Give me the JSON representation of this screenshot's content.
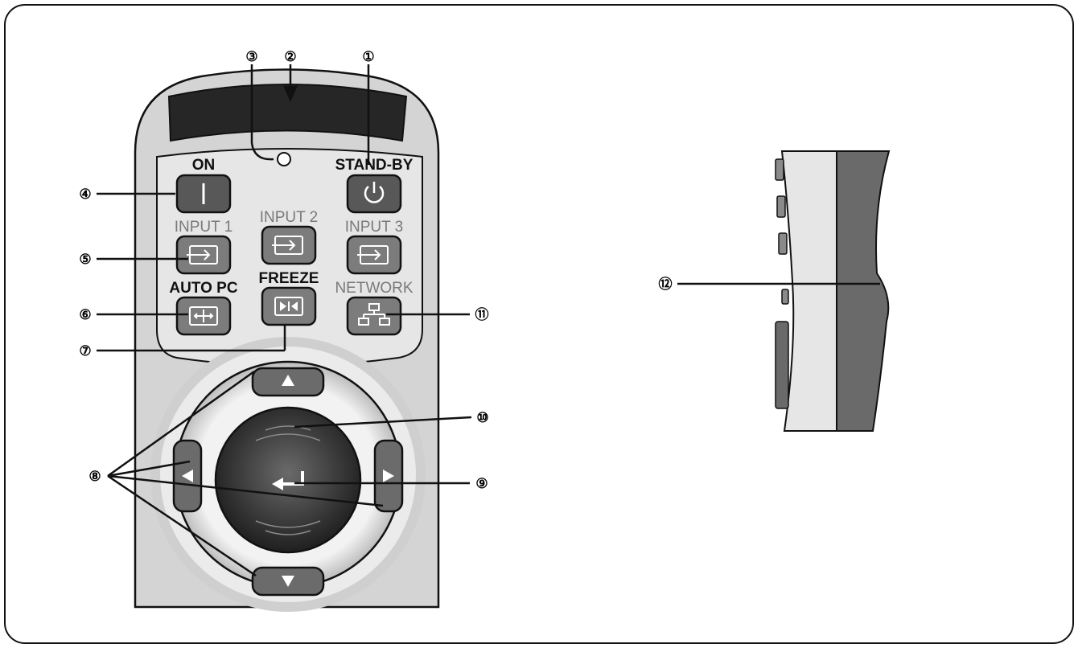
{
  "remote": {
    "labels": {
      "on": "ON",
      "standby": "STAND-BY",
      "input1": "INPUT 1",
      "input2": "INPUT 2",
      "input3": "INPUT 3",
      "autopc": "AUTO PC",
      "freeze": "FREEZE",
      "network": "NETWORK"
    }
  },
  "callouts": [
    "①",
    "②",
    "③",
    "④",
    "⑤",
    "⑥",
    "⑦",
    "⑧",
    "⑨",
    "⑩",
    "⑪",
    "⑫"
  ],
  "colors": {
    "body": "#d9d9d9",
    "panel": "#e8e8e8",
    "dark_button": "#555555",
    "input_button": "#7c7c7c",
    "outline": "#111111"
  }
}
